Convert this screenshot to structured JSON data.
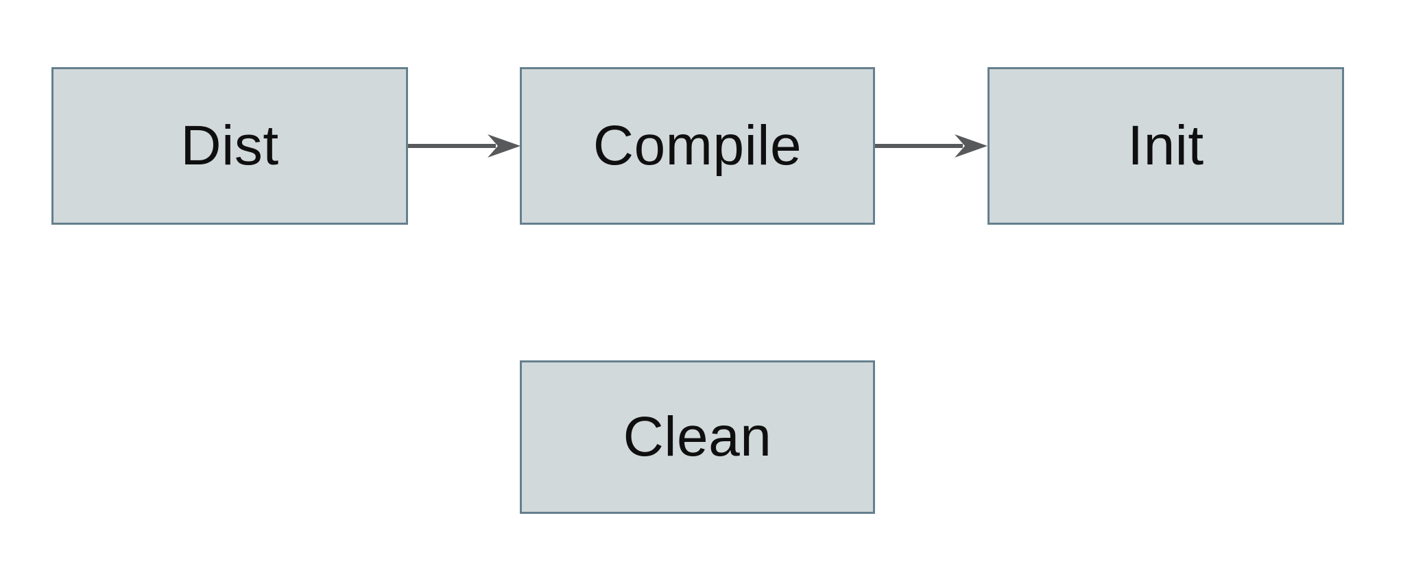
{
  "diagram": {
    "type": "flowchart",
    "background_color": "#ffffff",
    "nodes": [
      {
        "id": "dist",
        "label": "Dist"
      },
      {
        "id": "compile",
        "label": "Compile"
      },
      {
        "id": "init",
        "label": "Init"
      },
      {
        "id": "clean",
        "label": "Clean"
      }
    ],
    "edges": [
      {
        "from": "Dist",
        "to": "Compile",
        "direction": "right"
      },
      {
        "from": "Compile",
        "to": "Init",
        "direction": "right"
      }
    ],
    "colors": {
      "node_fill": "#d2d9db",
      "node_border": "#65808e",
      "arrow": "#58595b",
      "label_text": "#0f0f0f"
    }
  }
}
